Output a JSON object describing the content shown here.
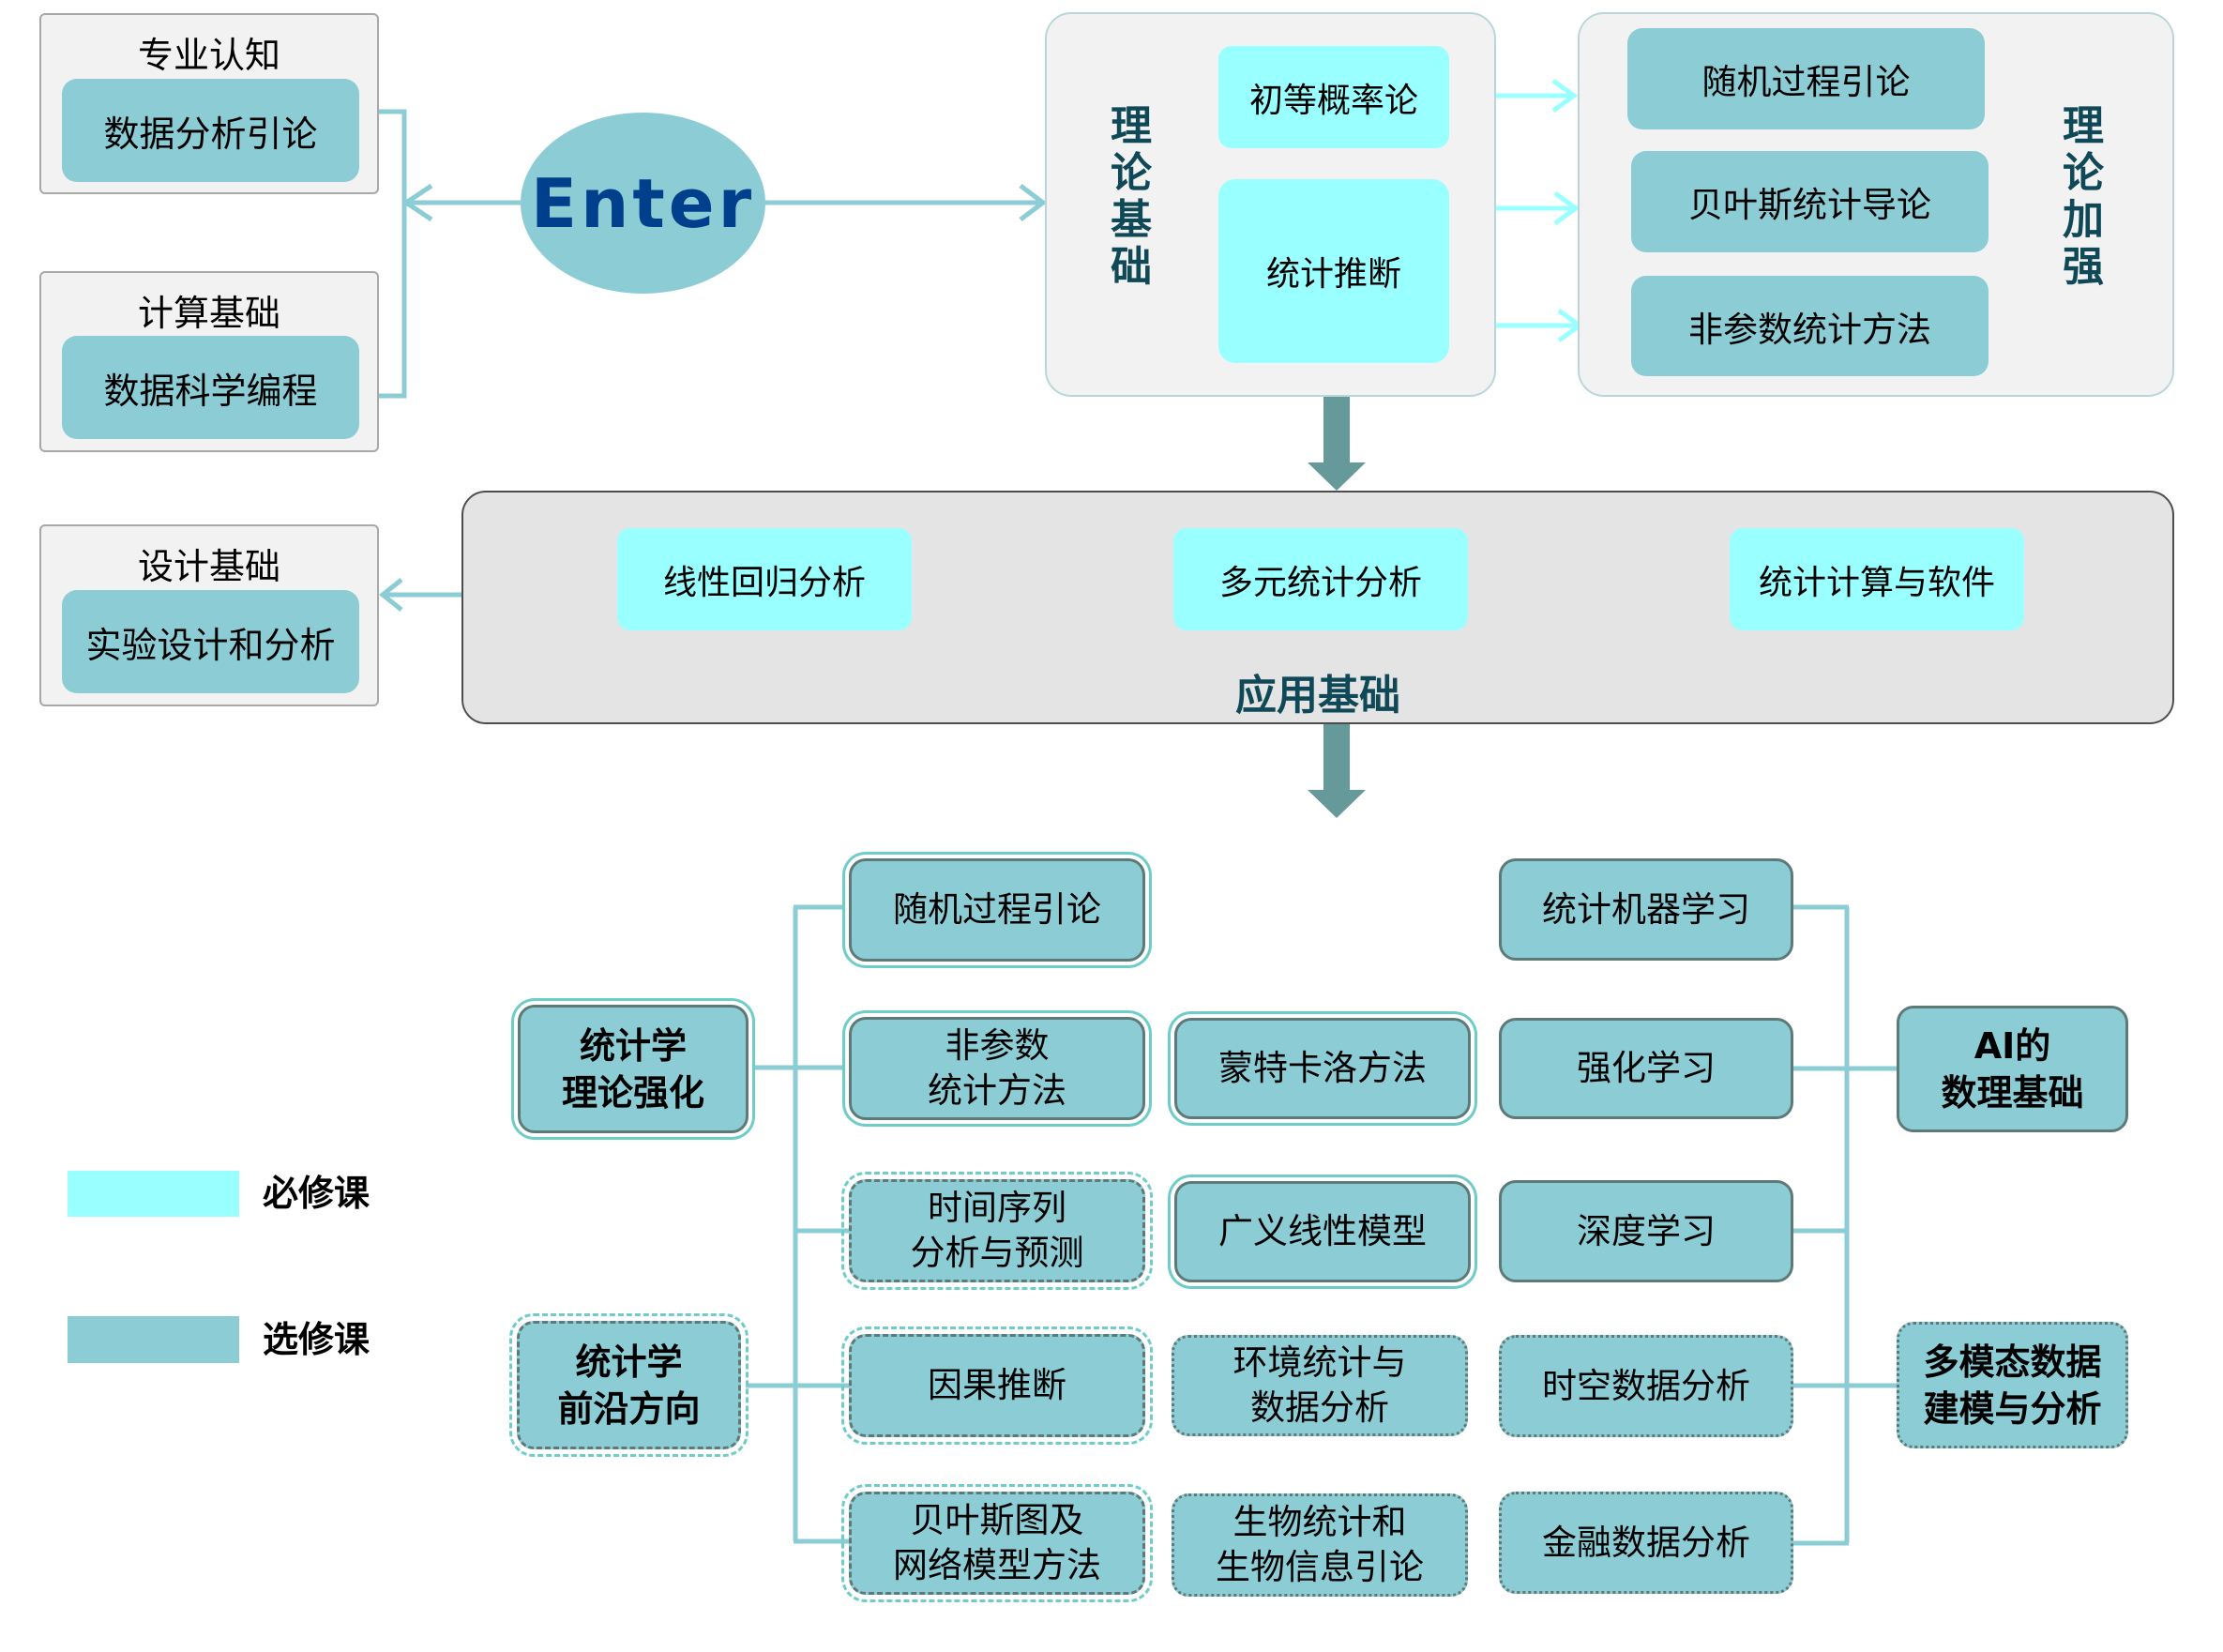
{
  "colors": {
    "required": "#99ffff",
    "elective": "#8ccdd5",
    "connector": "#8ccdd5",
    "bright_arrow": "#99ffff",
    "flow_arrow": "#669999",
    "label_dark": "#0f4856",
    "enter_text": "#003f8c"
  },
  "entry": {
    "label": "Enter"
  },
  "left_groups": [
    {
      "title": "专业认知",
      "course": "数据分析引论"
    },
    {
      "title": "计算基础",
      "course": "数据科学编程"
    },
    {
      "title": "设计基础",
      "course": "实验设计和分析"
    }
  ],
  "theory_basis": {
    "label": "理论基础",
    "label_chars": [
      "理",
      "论",
      "基",
      "础"
    ],
    "courses": [
      "初等概率论",
      "统计推断"
    ]
  },
  "theory_strengthen": {
    "label": "理论加强",
    "label_chars": [
      "理",
      "论",
      "加",
      "强"
    ],
    "courses": [
      "随机过程引论",
      "贝叶斯统计导论",
      "非参数统计方法"
    ]
  },
  "application_basis": {
    "label": "应用基础",
    "courses": [
      "线性回归分析",
      "多元统计分析",
      "统计计算与软件"
    ]
  },
  "advanced": {
    "hubs": [
      {
        "line1": "统计学",
        "line2": "理论强化"
      },
      {
        "line1": "统计学",
        "line2": "前沿方向"
      },
      {
        "line1": "AI的",
        "line2": "数理基础"
      },
      {
        "line1": "多模态数据",
        "line2": "建模与分析"
      }
    ],
    "column_a": [
      {
        "line1": "随机过程引论",
        "line2": ""
      },
      {
        "line1": "非参数",
        "line2": "统计方法"
      },
      {
        "line1": "时间序列",
        "line2": "分析与预测"
      },
      {
        "line1": "因果推断",
        "line2": ""
      },
      {
        "line1": "贝叶斯图及",
        "line2": "网络模型方法"
      }
    ],
    "column_b": [
      {
        "line1": "蒙特卡洛方法",
        "line2": ""
      },
      {
        "line1": "广义线性模型",
        "line2": ""
      },
      {
        "line1": "环境统计与",
        "line2": "数据分析"
      },
      {
        "line1": "生物统计和",
        "line2": "生物信息引论"
      }
    ],
    "column_c": [
      {
        "line1": "统计机器学习",
        "line2": ""
      },
      {
        "line1": "强化学习",
        "line2": ""
      },
      {
        "line1": "深度学习",
        "line2": ""
      },
      {
        "line1": "时空数据分析",
        "line2": ""
      },
      {
        "line1": "金融数据分析",
        "line2": ""
      }
    ]
  },
  "legend": [
    {
      "label": "必修课",
      "color": "#99ffff"
    },
    {
      "label": "选修课",
      "color": "#8ccdd5"
    }
  ]
}
